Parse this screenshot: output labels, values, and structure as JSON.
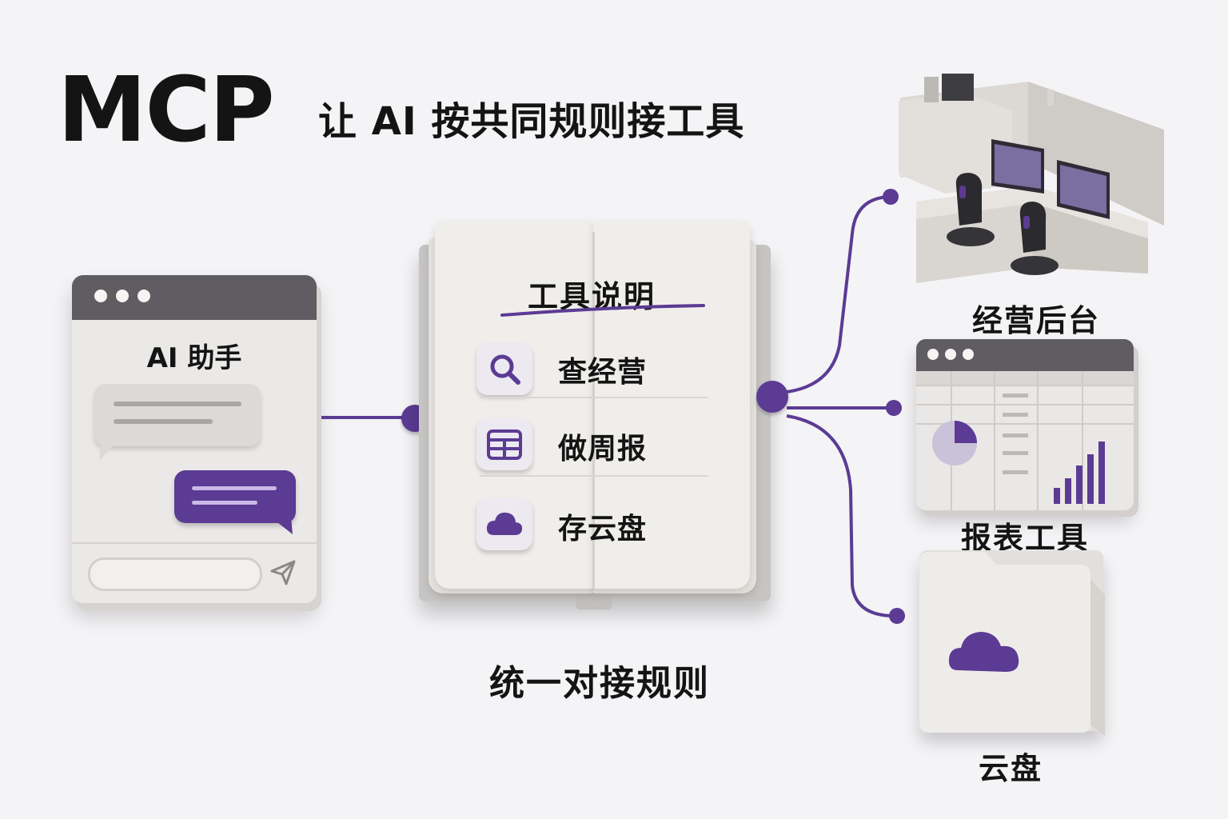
{
  "header": {
    "title": "MCP",
    "subtitle": "让 AI 按共同规则接工具"
  },
  "assistant": {
    "title": "AI 助手",
    "icons": [
      "chat-bubble-icon",
      "send-icon"
    ]
  },
  "manual": {
    "title": "工具说明",
    "tools": [
      {
        "label": "查经营",
        "icon": "search-icon"
      },
      {
        "label": "做周报",
        "icon": "calendar-icon"
      },
      {
        "label": "存云盘",
        "icon": "cloud-icon"
      }
    ],
    "caption": "统一对接规则"
  },
  "targets": [
    {
      "label": "经营后台",
      "icon": "office-icon"
    },
    {
      "label": "报表工具",
      "icon": "report-icon"
    },
    {
      "label": "云盘",
      "icon": "folder-cloud-icon"
    }
  ],
  "colors": {
    "accent": "#5b3b94",
    "window_bar": "#5f5c62",
    "paper": "#f0eeeb"
  }
}
